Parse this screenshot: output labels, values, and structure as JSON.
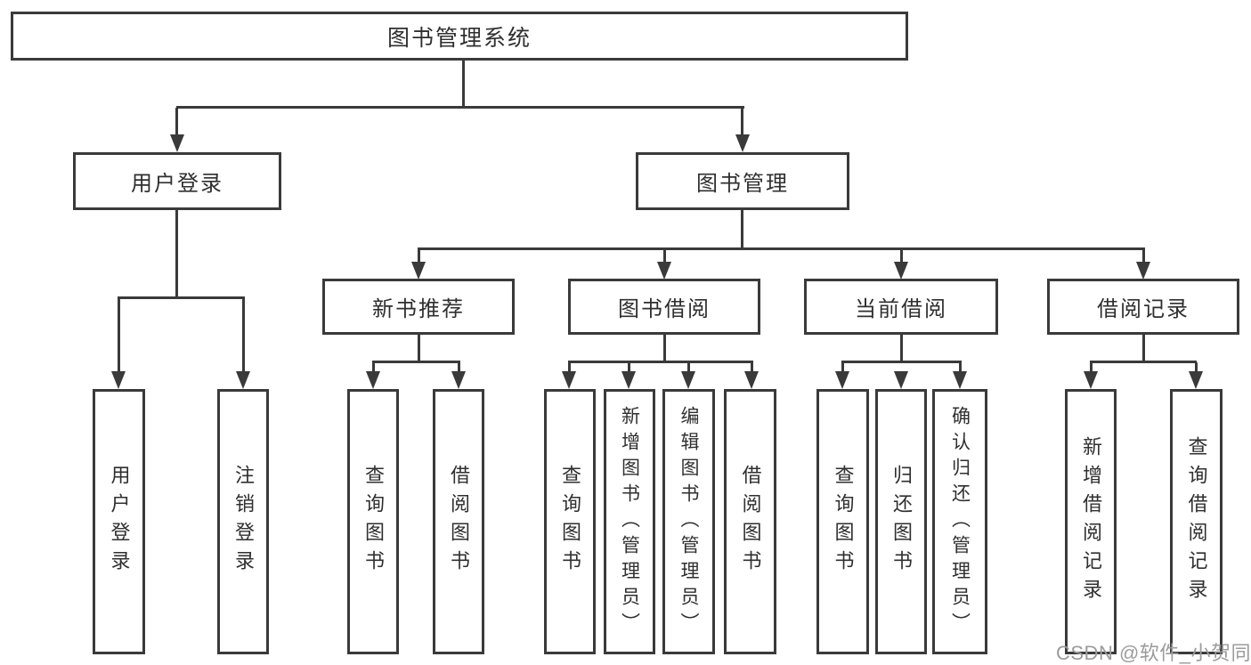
{
  "diagram": {
    "root": "图书管理系统",
    "branches": {
      "user_login": "用户登录",
      "book_mgmt": "图书管理"
    },
    "modules": {
      "new_book": "新书推荐",
      "book_borrow": "图书借阅",
      "current_borrow": "当前借阅",
      "borrow_record": "借阅记录"
    },
    "leaves": {
      "user_login": [
        "用户登录",
        "注销登录"
      ],
      "new_book": [
        "查询图书",
        "借阅图书"
      ],
      "book_borrow": [
        "查询图书",
        "新增图书（管理员）",
        "编辑图书（管理员）",
        "借阅图书"
      ],
      "current_borrow": [
        "查询图书",
        "归还图书",
        "确认归还（管理员）"
      ],
      "borrow_record": [
        "新增借阅记录",
        "查询借阅记录"
      ]
    }
  },
  "watermark": "CSDN @软件_小贺同学",
  "colors": {
    "line": "#3a3a3a",
    "text": "#2f2f2f",
    "background": "#ffffff",
    "watermark": "#9b9b9b"
  }
}
